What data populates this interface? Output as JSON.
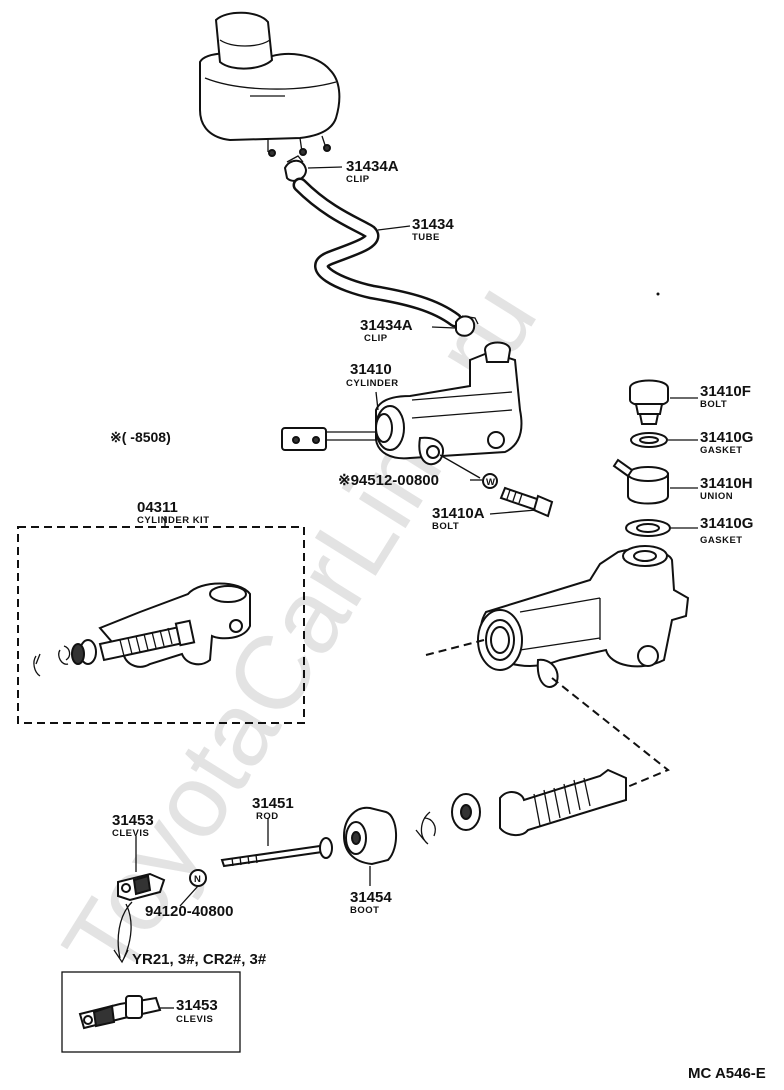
{
  "watermark": "ToyotaCarLine.ru",
  "diagram_code": "MC A546-E",
  "labels": {
    "clip_top": {
      "num": "31434A",
      "name": "CLIP"
    },
    "tube": {
      "num": "31434",
      "name": "TUBE"
    },
    "clip_mid": {
      "num": "31434A",
      "name": "CLIP"
    },
    "cylinder": {
      "num": "31410",
      "name": "CYLINDER"
    },
    "note_serial": "※(    -8508)",
    "washer": {
      "num": "※94512-00800",
      "symbol": "W"
    },
    "bolt_a": {
      "num": "31410A",
      "name": "BOLT"
    },
    "bolt_f": {
      "num": "31410F",
      "name": "BOLT"
    },
    "gasket_1": {
      "num": "31410G",
      "name": "GASKET"
    },
    "union": {
      "num": "31410H",
      "name": "UNION"
    },
    "gasket_2": {
      "num": "31410G",
      "name": "GASKET"
    },
    "kit": {
      "num": "04311",
      "name": "CYLINDER KIT"
    },
    "clevis": {
      "num": "31453",
      "name": "CLEVIS"
    },
    "rod": {
      "num": "31451",
      "name": "ROD"
    },
    "nut": {
      "num": "94120-40800",
      "symbol": "N"
    },
    "boot": {
      "num": "31454",
      "name": "BOOT"
    },
    "variant_note": "YR21, 3#, CR2#, 3#",
    "clevis_alt": {
      "num": "31453",
      "name": "CLEVIS"
    }
  }
}
